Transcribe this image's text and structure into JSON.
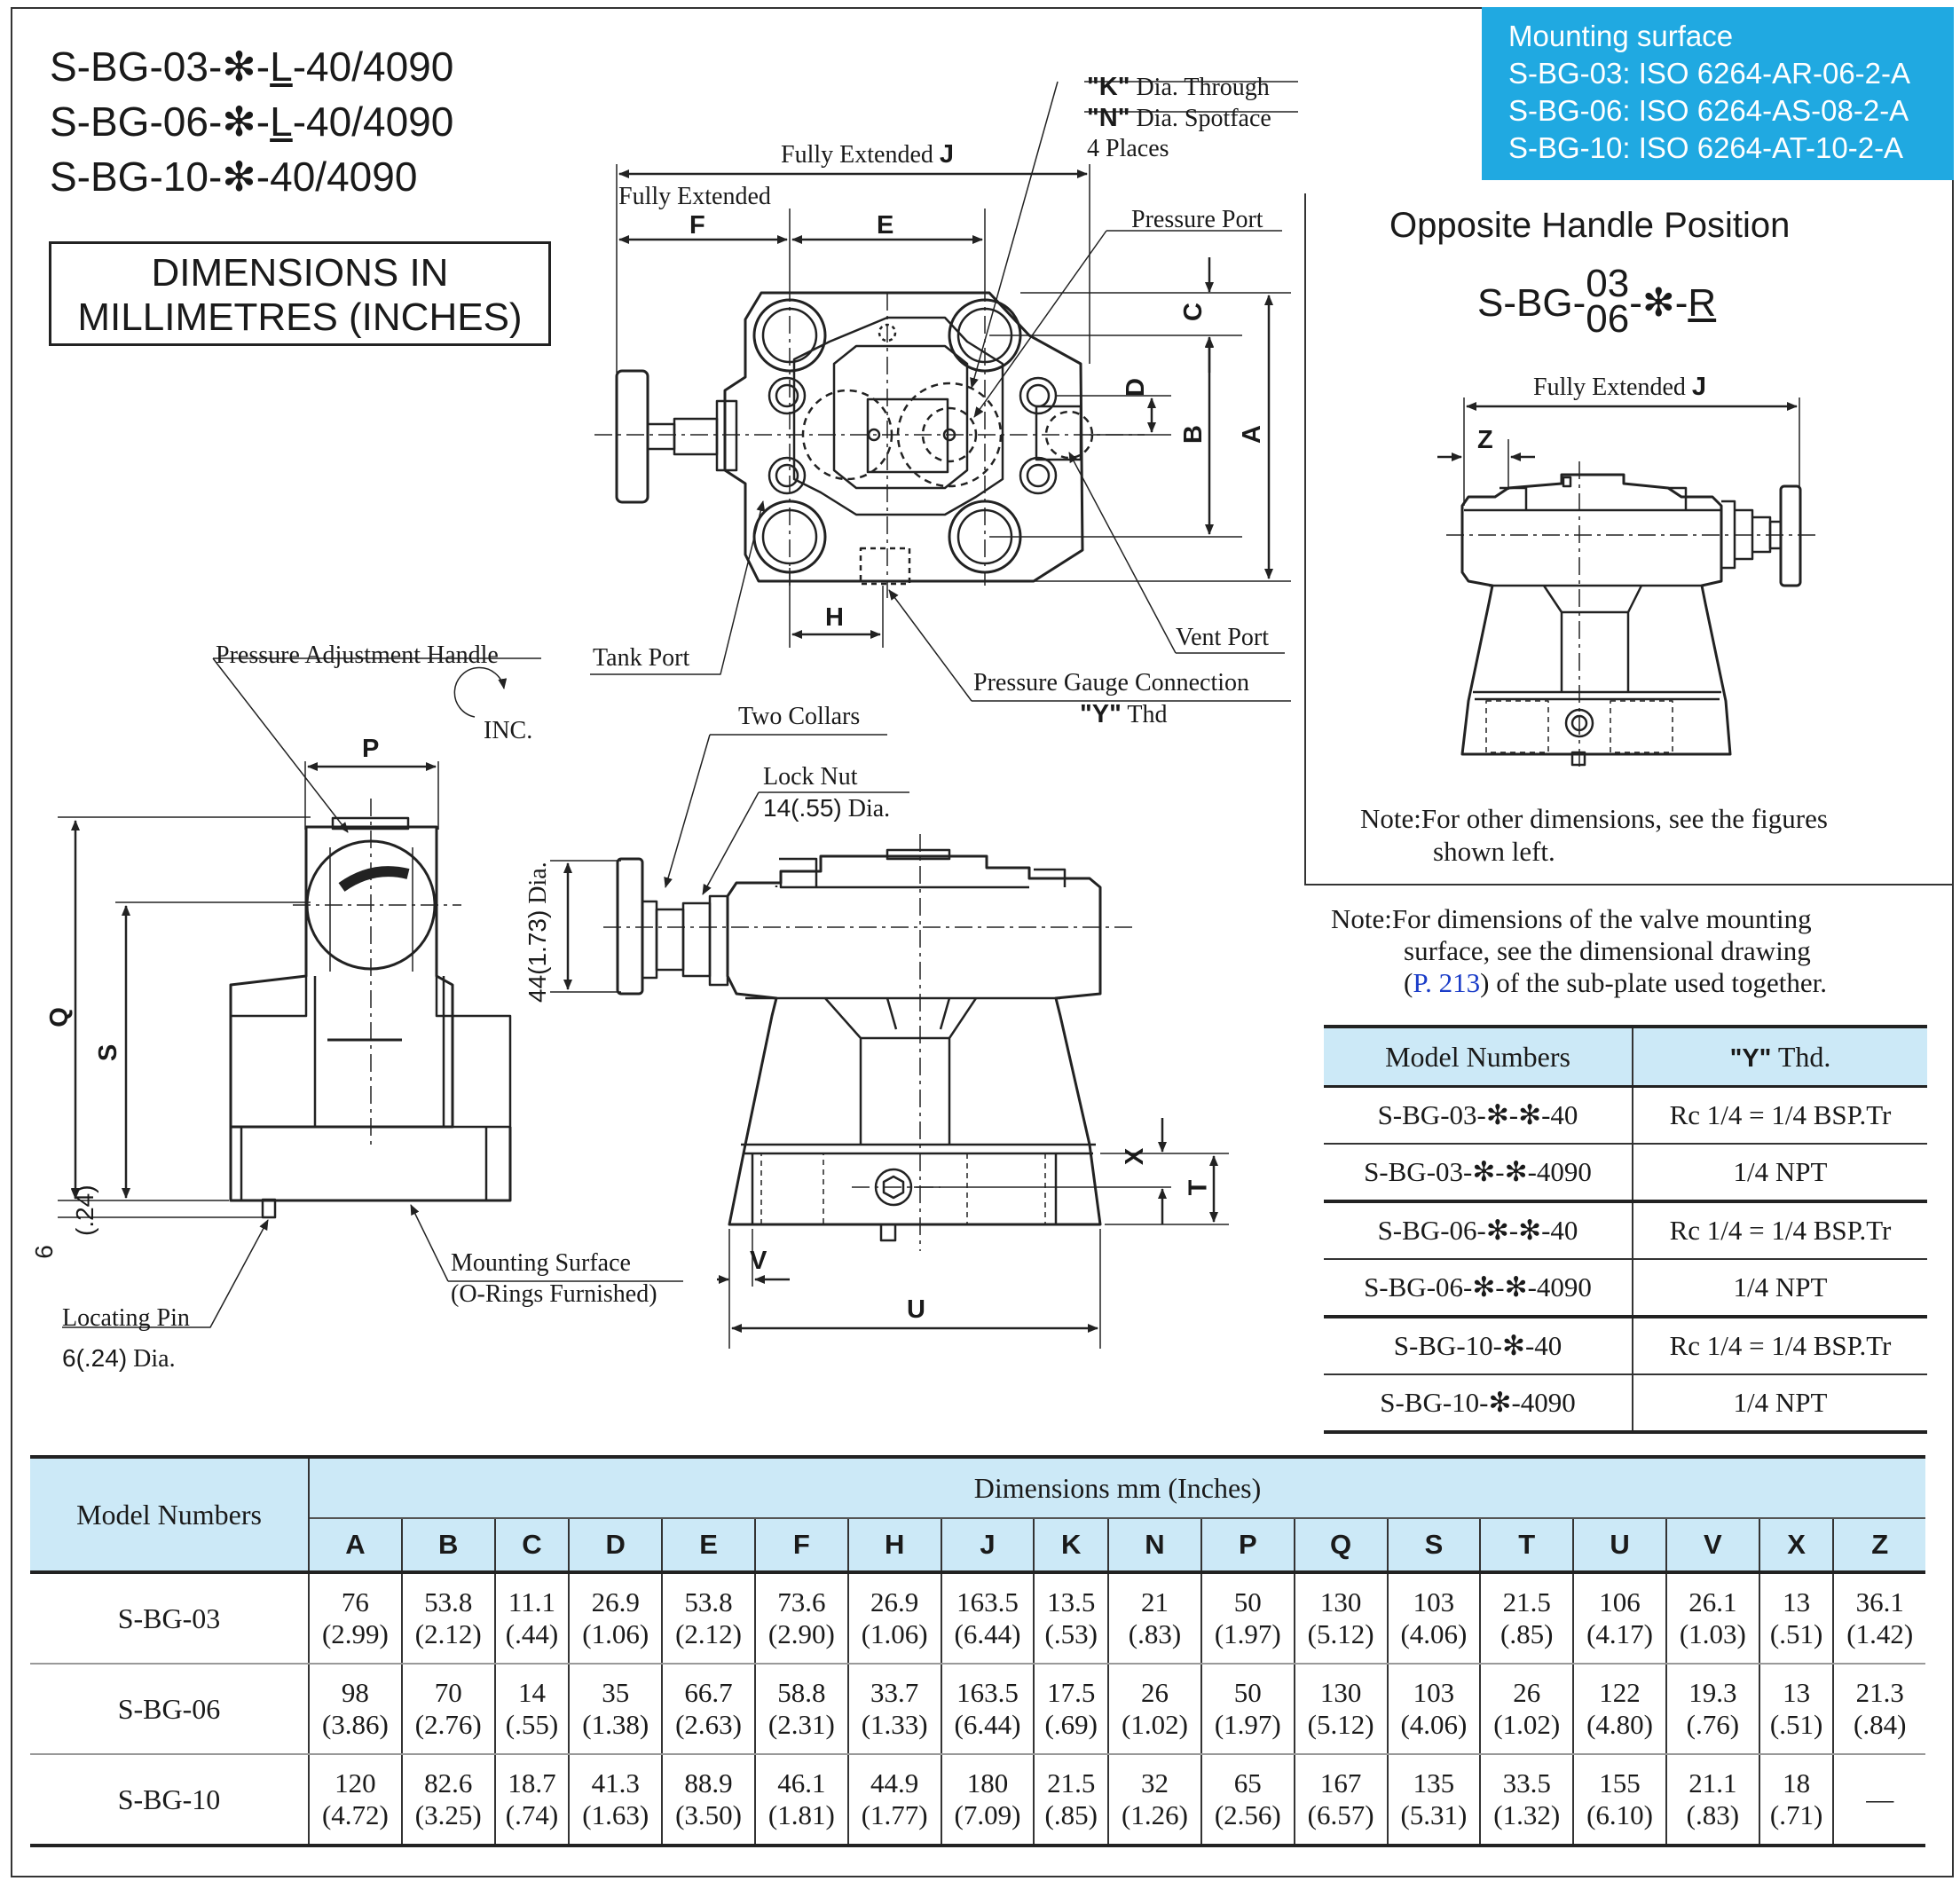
{
  "models_heading": [
    {
      "before": "S-BG-03-✻-",
      "underlined": "L",
      "after": "-40/4090"
    },
    {
      "before": "S-BG-06-✻-",
      "underlined": "L",
      "after": "-40/4090"
    },
    {
      "before": "S-BG-10-✻-40/4090",
      "underlined": "",
      "after": ""
    }
  ],
  "units_box": {
    "line1": "DIMENSIONS IN",
    "line2": "MILLIMETRES (INCHES)"
  },
  "mounting_surface": {
    "title": "Mounting surface",
    "lines": [
      "S-BG-03: ISO 6264-AR-06-2-A",
      "S-BG-06: ISO 6264-AS-08-2-A",
      "S-BG-10: ISO 6264-AT-10-2-A"
    ],
    "color": "#20a9e1"
  },
  "top_view": {
    "k_bold": "\"K\"",
    "k_text": " Dia. Through",
    "n_bold": "\"N\"",
    "n_text": " Dia. Spotface",
    "places": "4 Places",
    "fully_extended_j": "Fully Extended",
    "j": "J",
    "fully_extended": "Fully Extended",
    "f": "F",
    "e": "E",
    "c": "C",
    "d": "D",
    "b": "B",
    "a": "A",
    "h": "H",
    "pressure_port": "Pressure Port",
    "tank_port": "Tank Port",
    "vent_port": "Vent Port",
    "gauge_connection": "Pressure Gauge Connection",
    "y_bold": "\"Y\"",
    "y_text": " Thd"
  },
  "front_view": {
    "handle": "Pressure Adjustment Handle",
    "inc": "INC.",
    "p": "P",
    "q": "Q",
    "s": "S",
    "six": "6",
    "six_in": "(.24)",
    "locating_pin": "Locating Pin",
    "locating_pin_dia_num": "6(.24)",
    "locating_pin_dia": " Dia.",
    "mounting_surface": "Mounting Surface",
    "o_rings": "(O-Rings Furnished)"
  },
  "side_view": {
    "two_collars": "Two Collars",
    "lock_nut": "Lock Nut",
    "lock_nut_dia_num": "14(.55)",
    "lock_nut_dia": " Dia.",
    "handle_dia_num": "44(1.73)",
    "handle_dia": " Dia.",
    "x": "X",
    "t": "T",
    "v": "V",
    "u": "U"
  },
  "opposite": {
    "title": "Opposite Handle Position",
    "model_prefix": "S-BG-",
    "model_sup": "03",
    "model_sub": "06",
    "model_suffix": "-✻-",
    "model_r": "R",
    "fully_extended": "Fully Extended",
    "j": "J",
    "z": "Z",
    "note_label": "Note:",
    "note_line1": "For other dimensions, see the figures",
    "note_line2": "shown left."
  },
  "note2": {
    "label": "Note:",
    "line1": "For dimensions of the valve mounting",
    "line2": "surface, see the dimensional drawing",
    "line3_open": "(",
    "page_ref": "P. 213",
    "line3_close": ") of the sub-plate used together."
  },
  "y_table": {
    "headers": [
      "Model Numbers",
      "\"Y\"",
      " Thd."
    ],
    "rows": [
      [
        "S-BG-03-✻-✻-40",
        "Rc 1/4  = 1/4 BSP.Tr"
      ],
      [
        "S-BG-03-✻-✻-4090",
        "1/4 NPT"
      ],
      [
        "S-BG-06-✻-✻-40",
        "Rc 1/4 = 1/4 BSP.Tr"
      ],
      [
        "S-BG-06-✻-✻-4090",
        "1/4 NPT"
      ],
      [
        "S-BG-10-✻-40",
        "Rc 1/4 = 1/4 BSP.Tr"
      ],
      [
        "S-BG-10-✻-4090",
        "1/4 NPT"
      ]
    ]
  },
  "dim_table": {
    "model_header": "Model Numbers",
    "group_header": "Dimensions  mm (Inches)",
    "columns": [
      "A",
      "B",
      "C",
      "D",
      "E",
      "F",
      "H",
      "J",
      "K",
      "N",
      "P",
      "Q",
      "S",
      "T",
      "U",
      "V",
      "X",
      "Z"
    ],
    "rows": [
      {
        "model": "S-BG-03",
        "values": [
          [
            "76",
            "(2.99)"
          ],
          [
            "53.8",
            "(2.12)"
          ],
          [
            "11.1",
            "(.44)"
          ],
          [
            "26.9",
            "(1.06)"
          ],
          [
            "53.8",
            "(2.12)"
          ],
          [
            "73.6",
            "(2.90)"
          ],
          [
            "26.9",
            "(1.06)"
          ],
          [
            "163.5",
            "(6.44)"
          ],
          [
            "13.5",
            "(.53)"
          ],
          [
            "21",
            "(.83)"
          ],
          [
            "50",
            "(1.97)"
          ],
          [
            "130",
            "(5.12)"
          ],
          [
            "103",
            "(4.06)"
          ],
          [
            "21.5",
            "(.85)"
          ],
          [
            "106",
            "(4.17)"
          ],
          [
            "26.1",
            "(1.03)"
          ],
          [
            "13",
            "(.51)"
          ],
          [
            "36.1",
            "(1.42)"
          ]
        ]
      },
      {
        "model": "S-BG-06",
        "values": [
          [
            "98",
            "(3.86)"
          ],
          [
            "70",
            "(2.76)"
          ],
          [
            "14",
            "(.55)"
          ],
          [
            "35",
            "(1.38)"
          ],
          [
            "66.7",
            "(2.63)"
          ],
          [
            "58.8",
            "(2.31)"
          ],
          [
            "33.7",
            "(1.33)"
          ],
          [
            "163.5",
            "(6.44)"
          ],
          [
            "17.5",
            "(.69)"
          ],
          [
            "26",
            "(1.02)"
          ],
          [
            "50",
            "(1.97)"
          ],
          [
            "130",
            "(5.12)"
          ],
          [
            "103",
            "(4.06)"
          ],
          [
            "26",
            "(1.02)"
          ],
          [
            "122",
            "(4.80)"
          ],
          [
            "19.3",
            "(.76)"
          ],
          [
            "13",
            "(.51)"
          ],
          [
            "21.3",
            "(.84)"
          ]
        ]
      },
      {
        "model": "S-BG-10",
        "values": [
          [
            "120",
            "(4.72)"
          ],
          [
            "82.6",
            "(3.25)"
          ],
          [
            "18.7",
            "(.74)"
          ],
          [
            "41.3",
            "(1.63)"
          ],
          [
            "88.9",
            "(3.50)"
          ],
          [
            "46.1",
            "(1.81)"
          ],
          [
            "44.9",
            "(1.77)"
          ],
          [
            "180",
            "(7.09)"
          ],
          [
            "21.5",
            "(.85)"
          ],
          [
            "32",
            "(1.26)"
          ],
          [
            "65",
            "(2.56)"
          ],
          [
            "167",
            "(6.57)"
          ],
          [
            "135",
            "(5.31)"
          ],
          [
            "33.5",
            "(1.32)"
          ],
          [
            "155",
            "(6.10)"
          ],
          [
            "21.1",
            "(.83)"
          ],
          [
            "18",
            "(.71)"
          ],
          [
            "—",
            ""
          ]
        ]
      }
    ]
  }
}
